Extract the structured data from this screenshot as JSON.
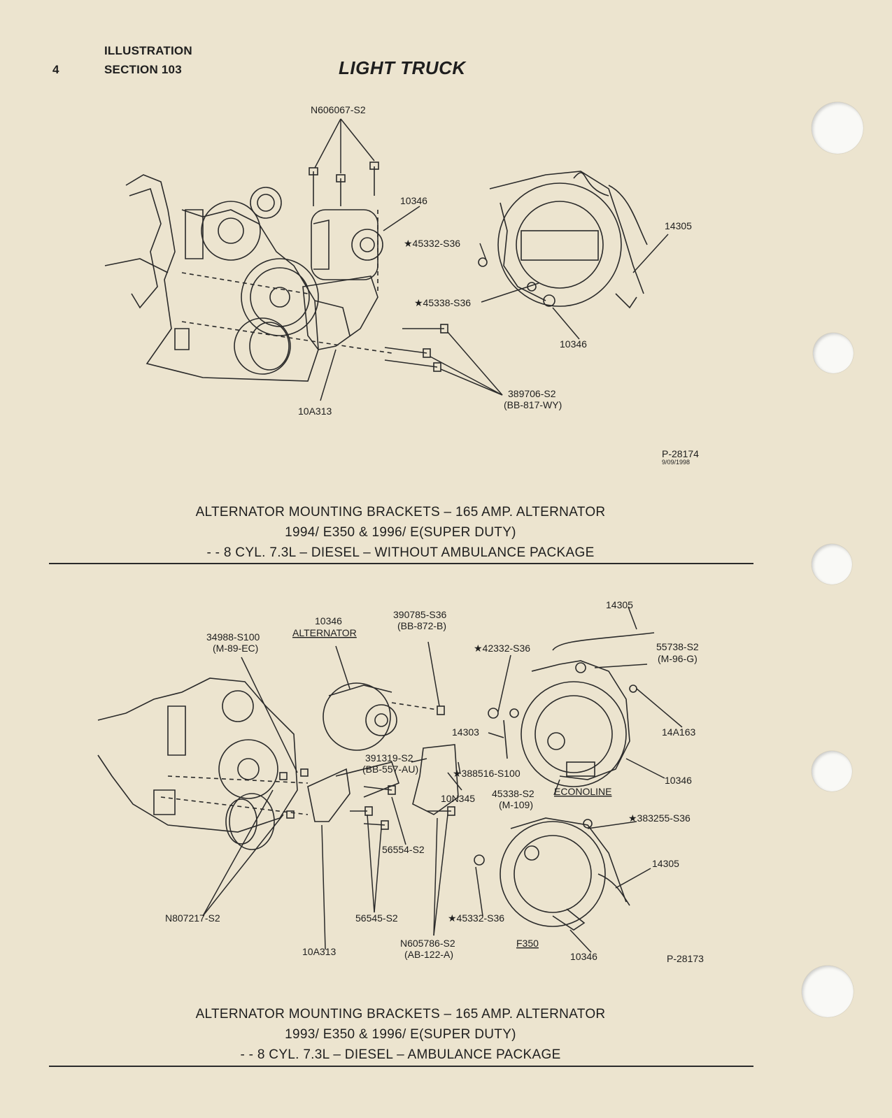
{
  "header": {
    "page_number": "4",
    "illustration_label": "ILLUSTRATION",
    "section_label": "SECTION 103",
    "title": "LIGHT TRUCK"
  },
  "figure1": {
    "parts": {
      "bolt_top": "N606067-S2",
      "alt_top": "10346",
      "bolt_45332": "★45332-S36",
      "harness": "14305",
      "bolt_45338": "★45338-S36",
      "alt_rear": "10346",
      "bolt_389706": "389706-S2",
      "bolt_389706_code": "(BB-817-WY)",
      "bracket": "10A313"
    },
    "ref_code": "P-28174",
    "ref_date": "9/09/1998",
    "caption": {
      "line1": "ALTERNATOR MOUNTING BRACKETS – 165 AMP. ALTERNATOR",
      "line2": "1994/ E350 & 1996/ E(SUPER DUTY)",
      "line3": "- - 8 CYL. 7.3L – DIESEL – WITHOUT AMBULANCE PACKAGE"
    }
  },
  "figure2": {
    "parts": {
      "harness_top": "14305",
      "p34988": "34988-S100",
      "p34988_code": "(M-89-EC)",
      "alt_num": "10346",
      "alt_label": "ALTERNATOR",
      "p390785": "390785-S36",
      "p390785_code": "(BB-872-B)",
      "p42332": "★42332-S36",
      "p55738": "55738-S2",
      "p55738_code": "(M-96-G)",
      "p14303": "14303",
      "p14A163": "14A163",
      "p391319": "391319-S2",
      "p391319_code": "(BB-557-AU)",
      "p388516": "★388516-S100",
      "p10346_right": "10346",
      "p10N345": "10N345",
      "p45338": "45338-S2",
      "p45338_code": "(M-109)",
      "econoline": "ECONOLINE",
      "p383255": "★383255-S36",
      "p56554": "56554-S2",
      "p14305_lower": "14305",
      "pN807217": "N807217-S2",
      "p56545": "56545-S2",
      "p45332": "★45332-S36",
      "pN605786": "N605786-S2",
      "pN605786_code": "(AB-122-A)",
      "p10A313": "10A313",
      "f350": "F350",
      "p10346_bottom": "10346"
    },
    "ref_code": "P-28173",
    "caption": {
      "line1": "ALTERNATOR MOUNTING BRACKETS – 165 AMP. ALTERNATOR",
      "line2": "1993/ E350 & 1996/ E(SUPER DUTY)",
      "line3": "- - 8 CYL. 7.3L – DIESEL – AMBULANCE PACKAGE"
    }
  }
}
